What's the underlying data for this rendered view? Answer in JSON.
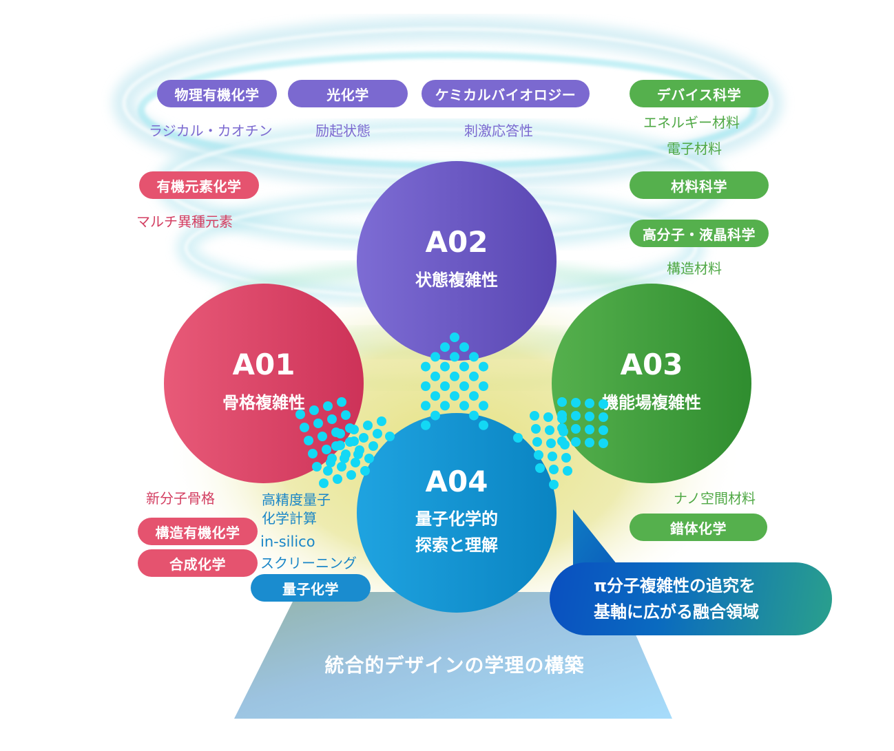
{
  "diagram": {
    "colors": {
      "a01": "#e5536f",
      "a02": "#7b69d0",
      "a03": "#55b04d",
      "a04": "#1a8ccf",
      "dots": "#13d8f5"
    },
    "circles": [
      {
        "id": "A01",
        "code": "A01",
        "name": "骨格複雑性"
      },
      {
        "id": "A02",
        "code": "A02",
        "name": "状態複雑性"
      },
      {
        "id": "A03",
        "code": "A03",
        "name": "機能場複雑性"
      },
      {
        "id": "A04",
        "code": "A04",
        "name_line1": "量子化学的",
        "name_line2": "探索と理解"
      }
    ],
    "purple_fields": {
      "pills": [
        "物理有機化学",
        "光化学",
        "ケミカルバイオロジー"
      ],
      "labels": [
        "ラジカル・カオチン",
        "励起状態",
        "刺激応答性"
      ]
    },
    "red_fields": {
      "pills": [
        "有機元素化学",
        "構造有機化学",
        "合成化学"
      ],
      "labels": [
        "マルチ異種元素",
        "新分子骨格"
      ]
    },
    "green_fields": {
      "pills": [
        "デバイス科学",
        "材料科学",
        "高分子・液晶科学",
        "錯体化学"
      ],
      "labels": [
        "エネルギー材料",
        "電子材料",
        "構造材料",
        "ナノ空間材料"
      ]
    },
    "blue_fields": {
      "pills": [
        "量子化学"
      ],
      "labels": [
        "高精度量子",
        "化学計算",
        "in-silico",
        "スクリーニング"
      ]
    },
    "callout": {
      "line1": "π分子複雑性の追究を",
      "line2": "基軸に広がる融合領域"
    },
    "base_label": "統合的デザインの学理の構築"
  }
}
